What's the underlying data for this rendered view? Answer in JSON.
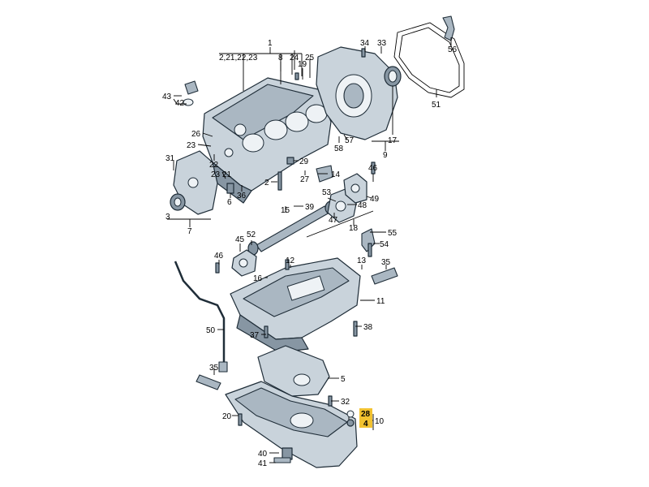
{
  "callouts": {
    "c1": "1",
    "c1sub": "2,21,22,23",
    "c8": "8",
    "c24": "24",
    "c25": "25",
    "c19": "19",
    "c34": "34",
    "c33": "33",
    "c56": "56",
    "c43": "43",
    "c42": "42",
    "c51": "51",
    "c26": "26",
    "c23a": "23",
    "c31": "31",
    "c22": "22",
    "c23b": "23",
    "c21": "21",
    "c36": "36",
    "c6": "6",
    "c3": "3",
    "c7": "7",
    "c58": "58",
    "c57": "57",
    "c17": "17",
    "c9": "9",
    "c29": "29",
    "c27": "27",
    "c14": "14",
    "c2": "2",
    "c46a": "46",
    "c49": "49",
    "c53": "53",
    "c48": "48",
    "c39": "39",
    "c15": "15",
    "c47": "47",
    "c18": "18",
    "c55": "55",
    "c54": "54",
    "c52": "52",
    "c45": "45",
    "c46b": "46",
    "c12": "12",
    "c13": "13",
    "c35a": "35",
    "c16": "16",
    "c11": "11",
    "c50": "50",
    "c37": "37",
    "c38": "38",
    "c5": "5",
    "c35b": "35",
    "c32": "32",
    "c28": "28",
    "c4": "4",
    "c10": "10",
    "c20": "20",
    "c40": "40",
    "c41": "41"
  },
  "highlight_color": "#f2c230"
}
